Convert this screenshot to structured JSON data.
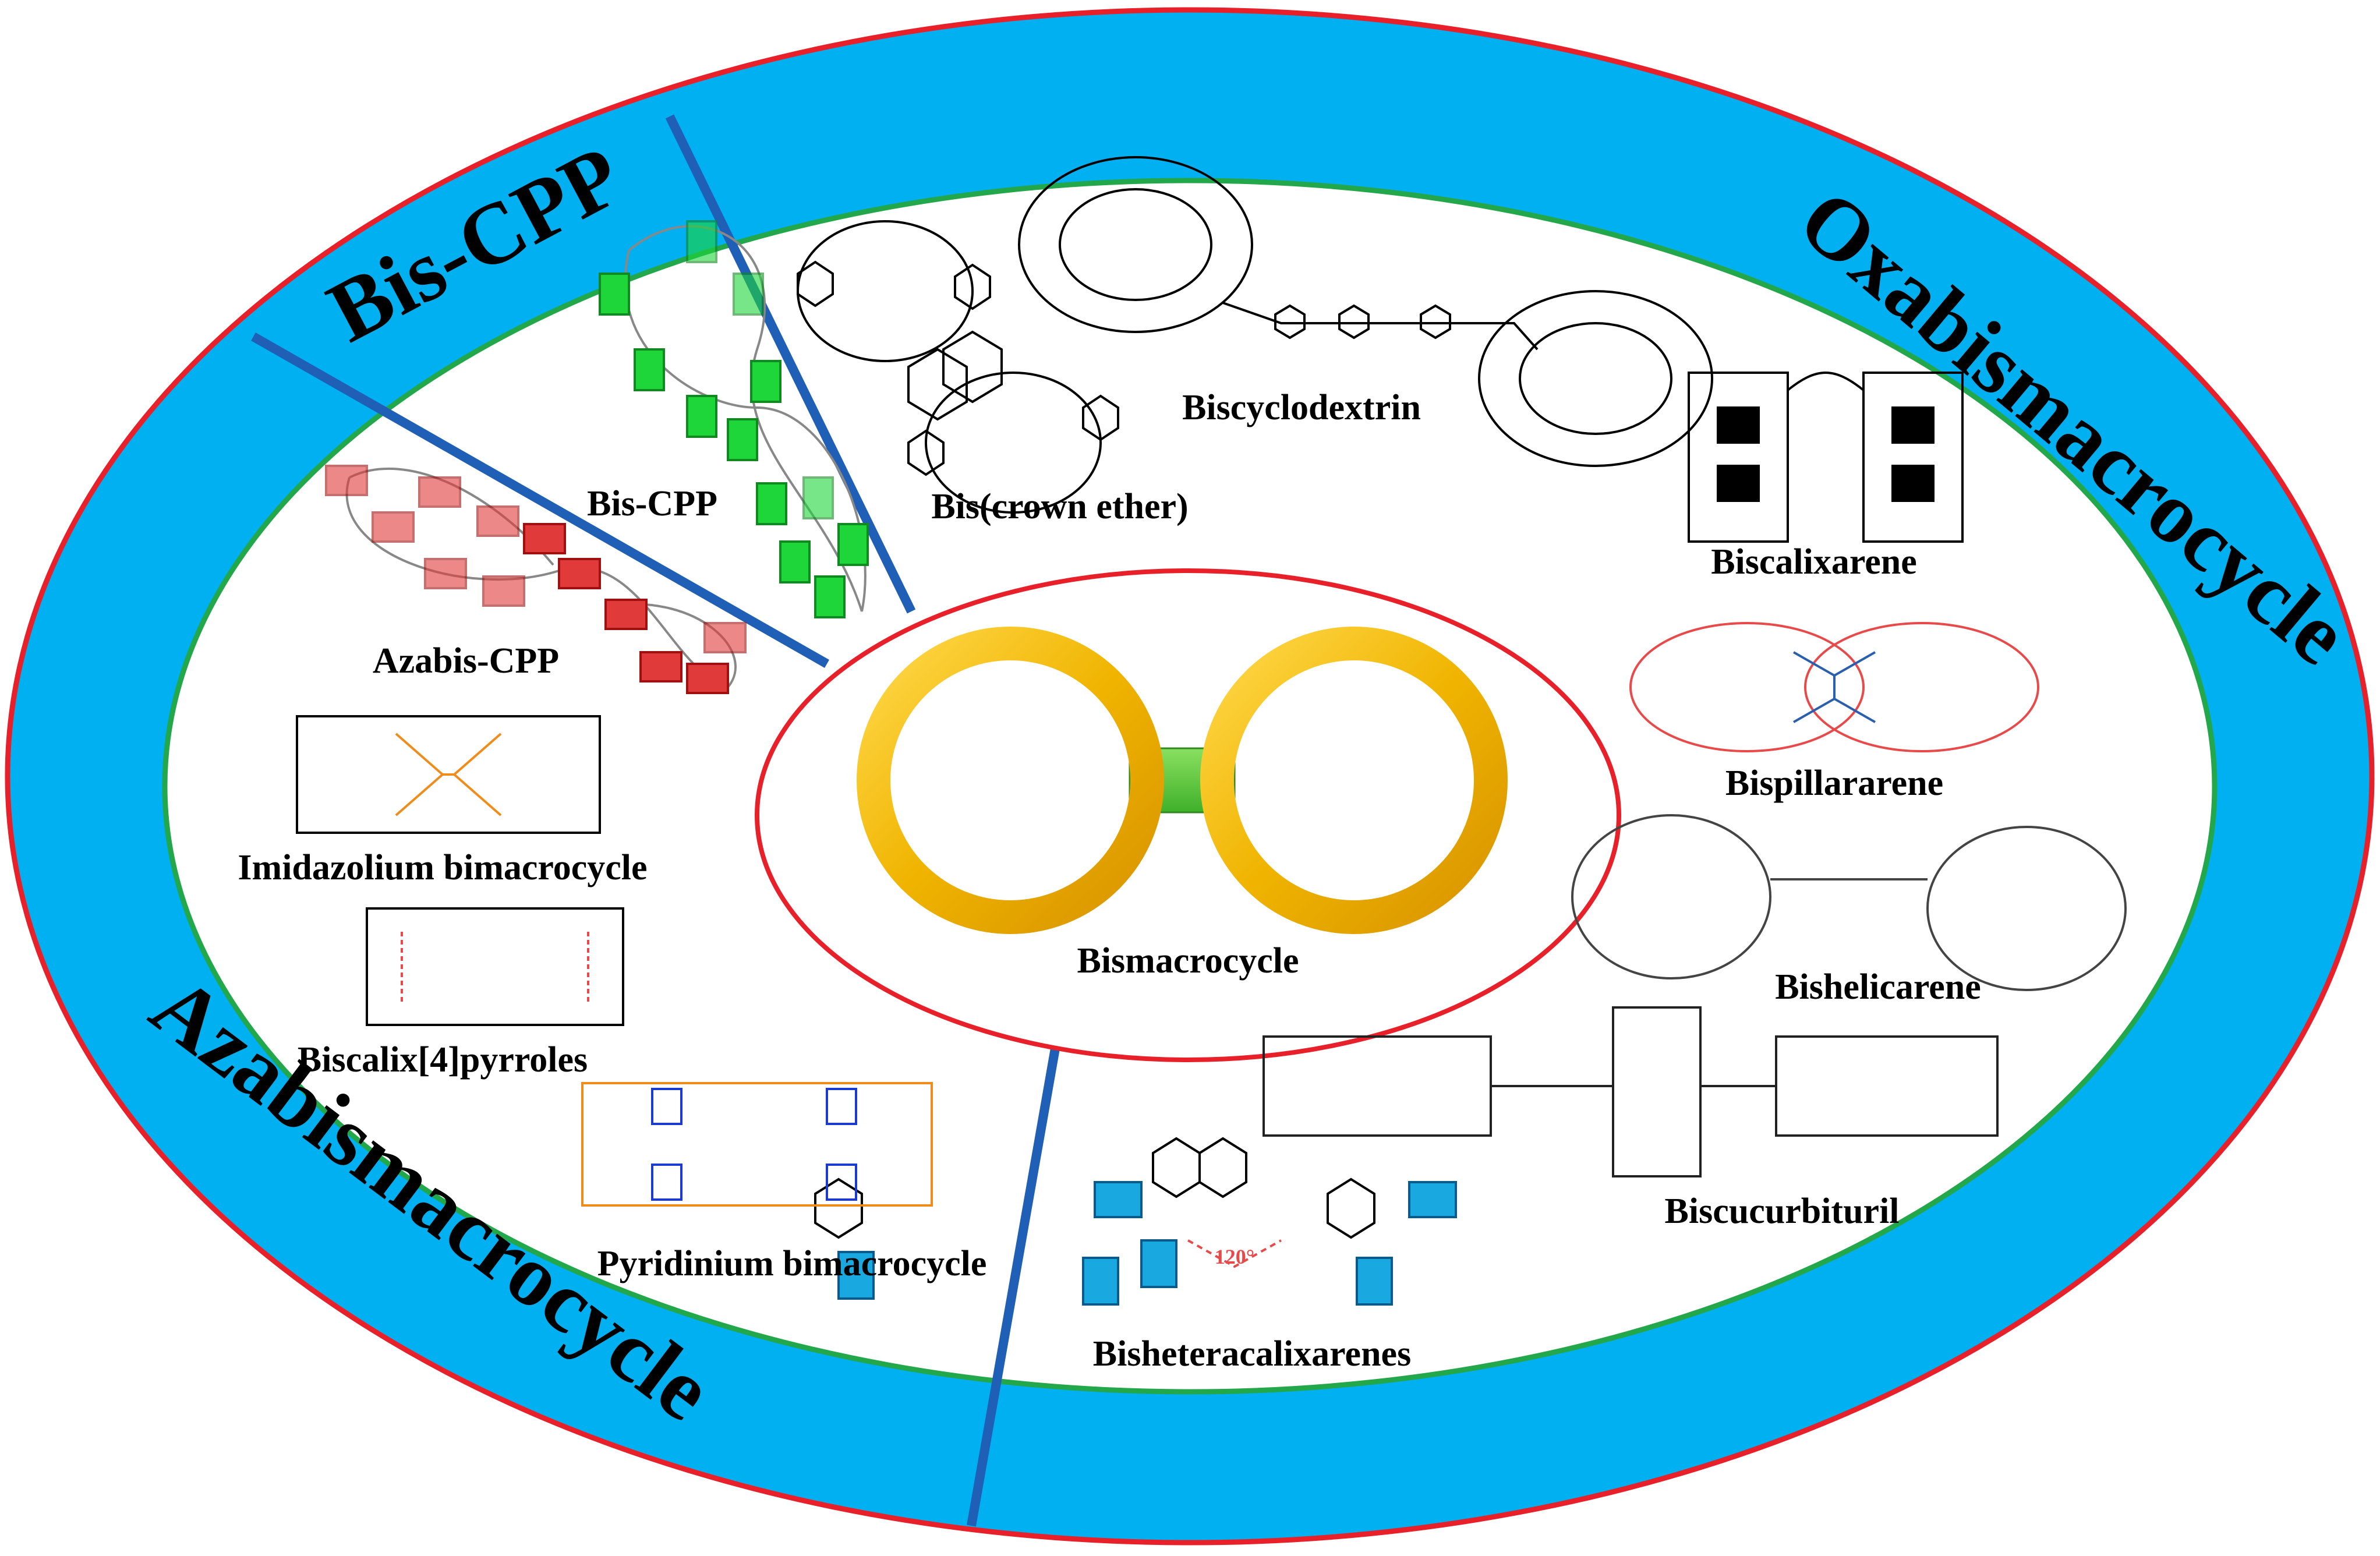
{
  "center": {
    "label": "Bismacrocycle"
  },
  "bands": {
    "oxa": "Oxabismacrocycle",
    "aza": "Azabismacrocycle",
    "cpp": "Bis-CPP"
  },
  "labels": {
    "bis_cpp": "Bis-CPP",
    "crown_ether": "Bis(crown ether)",
    "cyclodextrin": "Biscyclodextrin",
    "calixarene": "Biscalixarene",
    "pillararene": "Bispillararene",
    "helicarene": "Bishelicarene",
    "cucurbituril": "Biscucurbituril",
    "heteracalixarenes": "Bisheteracalixarenes",
    "azabis_cpp": "Azabis-CPP",
    "imidazolium": "Imidazolium bimacrocycle",
    "calix_pyrroles": "Biscalix[4]pyrroles",
    "pyridinium": "Pyridinium bimacrocycle"
  },
  "annotations": {
    "angle": "120°"
  },
  "colors": {
    "outer_band": "#00b0f0",
    "outer_border": "#e8202a",
    "inner_border": "#22a84a",
    "divider": "#1f5fb5",
    "ring_gold": "#f0b400",
    "linker_green": "#5ed040",
    "cpp_green": "#1ed63a",
    "aza_red": "#e03a3a",
    "pillar_red": "#e84a4a",
    "pillar_blue": "#2a5fb0",
    "orange": "#f08c1a",
    "pyridinium_blue": "#1a3ad0",
    "hetera_cyan": "#1aa8e0"
  }
}
